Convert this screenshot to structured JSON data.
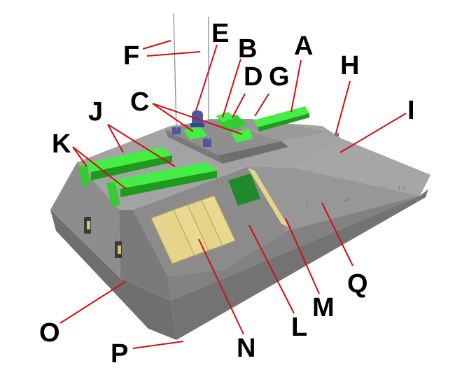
{
  "diagram": {
    "labels": {
      "A": "A",
      "B": "B",
      "C": "C",
      "D": "D",
      "E": "E",
      "F": "F",
      "G": "G",
      "H": "H",
      "I": "I",
      "J": "J",
      "K": "K",
      "L": "L",
      "M": "M",
      "N": "N",
      "O": "O",
      "P": "P",
      "Q": "Q"
    },
    "colors": {
      "hull_top": "#9c9c9c",
      "hull_side": "#8a8a8a",
      "hull_front": "#7e7e7e",
      "hull_dark": "#5a5a5a",
      "green_part": "#33dd33",
      "green_dark": "#1f9a1f",
      "panel_tan": "#e6d48a",
      "blue_part": "#4a5aa0",
      "leader_line": "#d01010"
    }
  }
}
